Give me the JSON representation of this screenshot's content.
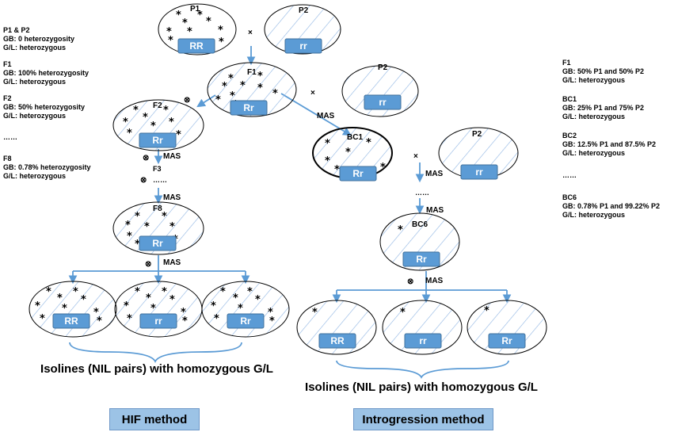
{
  "hif_notes": [
    {
      "lines": [
        "P1 & P2",
        "GB: 0 heterozygosity",
        "G/L: heterozygous"
      ]
    },
    {
      "lines": [
        "F1",
        "GB: 100% heterozygosity",
        "G/L: heterozygous"
      ]
    },
    {
      "lines": [
        "F2",
        "GB: 50% heterozygosity",
        "G/L: heterozygous"
      ]
    },
    {
      "lines": [
        "……"
      ]
    },
    {
      "lines": [
        "F8",
        "GB: 0.78% heterozygosity",
        "G/L: heterozygous"
      ]
    }
  ],
  "intro_notes": [
    {
      "lines": [
        "F1",
        "GB: 50% P1 and 50% P2",
        "G/L: heterozygous"
      ]
    },
    {
      "lines": [
        "BC1",
        "GB: 25% P1 and 75% P2",
        "G/L: heterozygous"
      ]
    },
    {
      "lines": [
        "BC2",
        "GB: 12.5% P1 and 87.5% P2",
        "G/L: heterozygous"
      ]
    },
    {
      "lines": [
        "……"
      ]
    },
    {
      "lines": [
        "BC6",
        "GB: 0.78% P1 and 99.22% P2",
        "G/L: heterozygous"
      ]
    }
  ],
  "nodes": {
    "p1": {
      "label": "P1",
      "genotype": "RR"
    },
    "p2_top": {
      "label": "P2",
      "genotype": "rr"
    },
    "f1": {
      "label": "F1",
      "genotype": "Rr"
    },
    "p2_bc": {
      "label": "P2",
      "genotype": "rr"
    },
    "f2": {
      "label": "F2",
      "genotype": "Rr"
    },
    "bc1": {
      "label": "BC1",
      "genotype": "Rr"
    },
    "p2_bc1": {
      "label": "P2",
      "genotype": "rr"
    },
    "f8": {
      "label": "F8",
      "genotype": "Rr"
    },
    "bc6": {
      "label": "BC6",
      "genotype": "Rr"
    },
    "hif_a": {
      "genotype": "RR"
    },
    "hif_b": {
      "genotype": "rr"
    },
    "hif_c": {
      "genotype": "Rr"
    },
    "int_a": {
      "genotype": "RR"
    },
    "int_b": {
      "genotype": "rr"
    },
    "int_c": {
      "genotype": "Rr"
    }
  },
  "symbols": {
    "cross": "×",
    "selfing": "⊗",
    "mas": "MAS",
    "dots": "……",
    "f3": "F3"
  },
  "captions": {
    "hif": "Isolines (NIL pairs) with homozygous G/L",
    "intro": "Isolines (NIL pairs) with homozygous G/L"
  },
  "methods": {
    "hif": "HIF method",
    "intro": "Introgression method"
  },
  "colors": {
    "accent": "#5b9bd5",
    "box_border": "#41719c",
    "hatch": "#8db4e2",
    "method_fill": "#9cc3e6"
  }
}
